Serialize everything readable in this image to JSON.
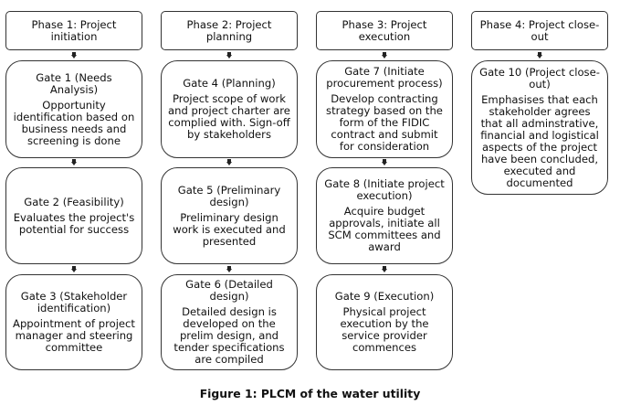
{
  "phases": [
    {
      "label": "Phase 1: Project initiation"
    },
    {
      "label": "Phase 2: Project planning"
    },
    {
      "label": "Phase 3: Project execution"
    },
    {
      "label": "Phase 4: Project close-out"
    }
  ],
  "gates": [
    {
      "title": "Gate 1 (Needs Analysis)",
      "desc": "Opportunity identification based on business needs and screening is done"
    },
    {
      "title": "Gate 2 (Feasibility)",
      "desc": "Evaluates the project's potential for success"
    },
    {
      "title": "Gate 3 (Stakeholder identification)",
      "desc": "Appointment of project manager and steering committee"
    },
    {
      "title": "Gate 4 (Planning)",
      "desc": "Project scope of work and project charter are complied with. Sign-off by stakeholders"
    },
    {
      "title": "Gate 5 (Preliminary design)",
      "desc": "Preliminary design work is executed and presented"
    },
    {
      "title": "Gate 6 (Detailed design)",
      "desc": "Detailed design is developed on the prelim design, and tender specifications are compiled"
    },
    {
      "title": "Gate 7 (Initiate procurement process)",
      "desc": "Develop contracting strategy based on the form of the FIDIC contract and submit for consideration"
    },
    {
      "title": "Gate 8 (Initiate project execution)",
      "desc": "Acquire budget approvals, initiate all SCM committees and award"
    },
    {
      "title": "Gate 9 (Execution)",
      "desc": "Physical project execution by the service provider commences"
    },
    {
      "title": "Gate 10 (Project close-out)",
      "desc": "Emphasises that each stakeholder agrees that all adminstrative, financial and logistical aspects of the project have been concluded, executed and documented"
    }
  ],
  "caption": "Figure 1: PLCM of the water utility"
}
